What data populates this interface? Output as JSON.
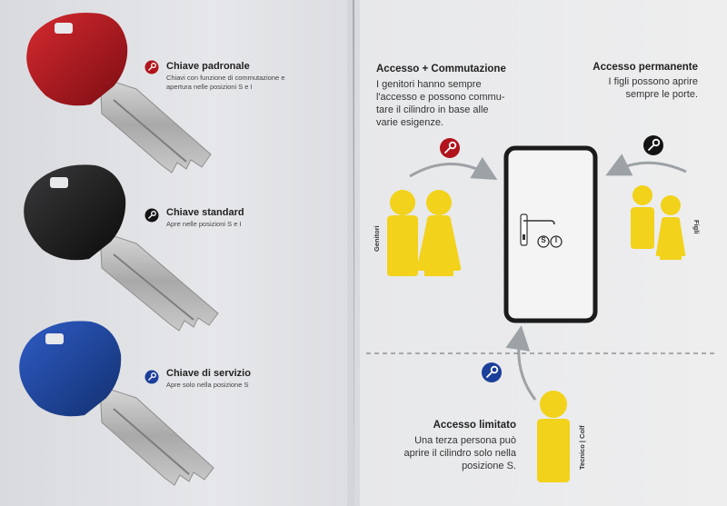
{
  "keys": [
    {
      "title": "Chiave padronale",
      "desc_line1": "Chiavi con funzione di commutazione e",
      "desc_line2": "apertura nelle posizioni S e I",
      "color": "#b1141c"
    },
    {
      "title": "Chiave standard",
      "desc_line1": "Apre nelle posizioni S e I",
      "desc_line2": "",
      "color": "#161616"
    },
    {
      "title": "Chiave di servizio",
      "desc_line1": "Apre solo nella posizione S",
      "desc_line2": "",
      "color": "#1b3f9a"
    }
  ],
  "access_switch": {
    "title": "Accesso + Commutazione",
    "lines": [
      "I genitori hanno sempre",
      "l'accesso e possono commu-",
      "tare il cilindro in base alle",
      "varie esigenze."
    ]
  },
  "access_permanent": {
    "title": "Accesso permanente",
    "lines": [
      "I figli possono aprire",
      "sempre le porte."
    ]
  },
  "access_limited": {
    "title": "Accesso limitato",
    "lines": [
      "Una terza persona può",
      "aprire il cilindro solo nella",
      "posizione S."
    ]
  },
  "labels": {
    "parents": "Genitori",
    "children": "Figli",
    "technician": "Tecnico | Colf",
    "cylinder_s": "S",
    "cylinder_i": "I"
  },
  "colors": {
    "figure_yellow": "#f2d21a",
    "badge_red": "#b1141c",
    "badge_black": "#141414",
    "badge_blue": "#1b3f9a",
    "arrow_grey": "#9da2a6"
  }
}
